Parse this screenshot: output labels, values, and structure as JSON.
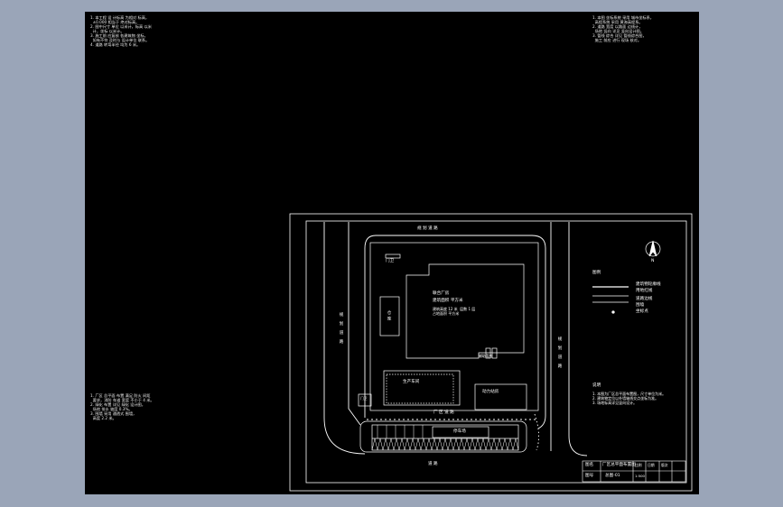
{
  "colors": {
    "background": "#9aa5b8",
    "paper": "#000000",
    "lines": "#ffffff"
  },
  "notes": {
    "top_left": "1. 本工程 设 计标高 为相对 标高，\n  ±0.000 相当于 绝对标高。\n2. 图中尺寸 单位 以米计，标高 以米\n  计，坐标 以米计。\n3. 施工前 应复核 各建筑物 坐标，\n  如有不符 及时与 设计单位 联系。\n4. 道路 转弯半径 均为 6 米。",
    "top_right": "1. 本图 坐标系统 采用 城市坐标系，\n  高程系统 采用 黄海高程系。\n2. 道路 宽度 以路面 边线计，\n  场地 竖向 详见 竖向设计图。\n3. 管线 综合 详见 管线综合图，\n  施工 前应 进行 现场 核对。",
    "left_mid": "1. 厂区 总平面 布置 满足 防火 间距\n  要求，消防 车道 宽度 不小于 4 米。\n2. 绿化 布置 详见 绿化 设计图，\n  场地 排水 坡度 0.3%。\n3. 围墙 采用 通透式 围墙，\n  高度 2.2 米。"
  },
  "plan": {
    "road_north": "规 划 道 路",
    "road_west": "规 划 道 路",
    "road_east": "规 划 道 路",
    "road_south_inner": "厂 区 道 路",
    "road_south": "道 路",
    "guard_top": "门卫",
    "main_building": "联合厂房",
    "main_building_area": "建筑面积 平方米",
    "main_building_note": "建筑高度 12 米  层数 1 层\n占地面积 平方米",
    "main_building_annex": "辅助用房",
    "storage_long": "仓库",
    "workshop_a": "生产车间",
    "workshop_b": "动力站房",
    "guard_bottom": "门卫",
    "parking": "停车场",
    "north_arrow": "N"
  },
  "legend": {
    "title": "图例",
    "items": [
      "建筑物轮廓线",
      "用地红线",
      "道路边线",
      "围墙",
      "坐标点"
    ],
    "notes_title": "说明",
    "notes": "1. 本图为厂区总平面布置图，尺寸单位为米。\n2. 建筑物定位以外墙轴线交点坐标为准。\n3. 场地标高详见竖向设计。"
  },
  "title_block": {
    "row1_left": "图名",
    "row1_main": "厂区总平面布置图",
    "row2_left": "图号",
    "row2_main": "总图-01",
    "cell_a": "比例",
    "cell_b": "1:500",
    "cell_c": "日期",
    "cell_d": "版次"
  }
}
